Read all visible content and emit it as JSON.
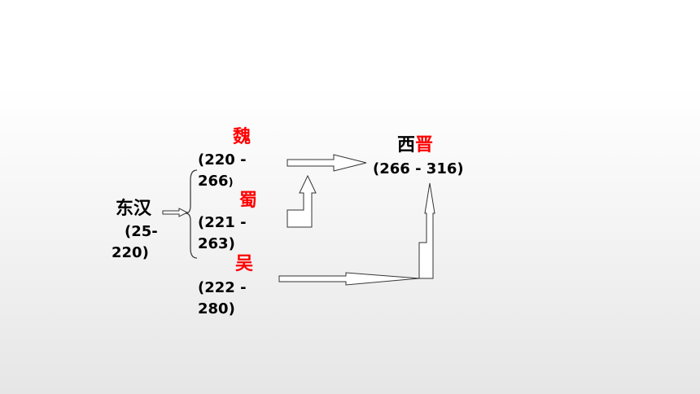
{
  "east_han": {
    "name": "东汉",
    "years_line1": "(25-",
    "years_line2": "220)"
  },
  "wei": {
    "name": "魏",
    "years_line1": "(220 -",
    "years_line2": "266",
    "years_close": ")"
  },
  "shu": {
    "name": "蜀",
    "years_line1": "(221 -",
    "years_line2": "263)"
  },
  "wu": {
    "name": "吴",
    "years_line1": "(222 -",
    "years_line2": "280)"
  },
  "western_jin": {
    "name_part1": "西",
    "name_part2": "晋",
    "years": "(266 - 316)"
  },
  "colors": {
    "highlight": "#ff0000",
    "text": "#000000",
    "stroke": "#333333"
  }
}
